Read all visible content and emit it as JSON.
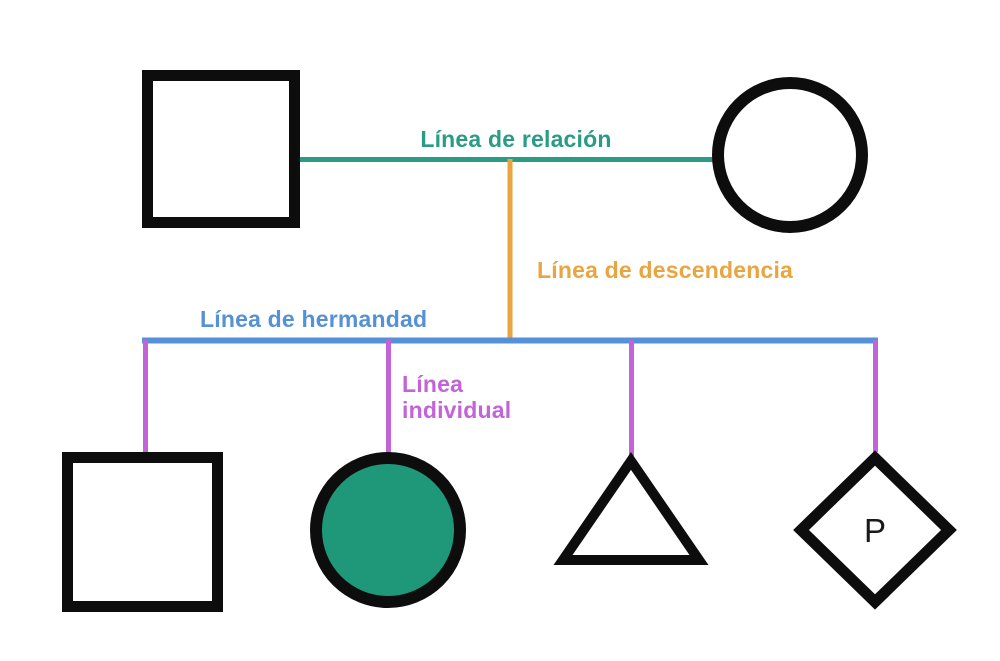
{
  "labels": {
    "relation_line": "Línea de relación",
    "descent_line": "Línea de descendencia",
    "sibling_line": "Línea de hermandad",
    "individual_line": "Línea individual",
    "pregnancy_symbol": "P"
  },
  "colors": {
    "relation": "#2a9c85",
    "descent": "#e9a540",
    "sibling": "#5591d6",
    "individual": "#c263d8",
    "shape_stroke": "#0d0d0d",
    "filled_circle_fill": "#1e9879",
    "shape_fill": "#ffffff",
    "symbol_text": "#1a1a1a",
    "background": "#ffffff"
  }
}
